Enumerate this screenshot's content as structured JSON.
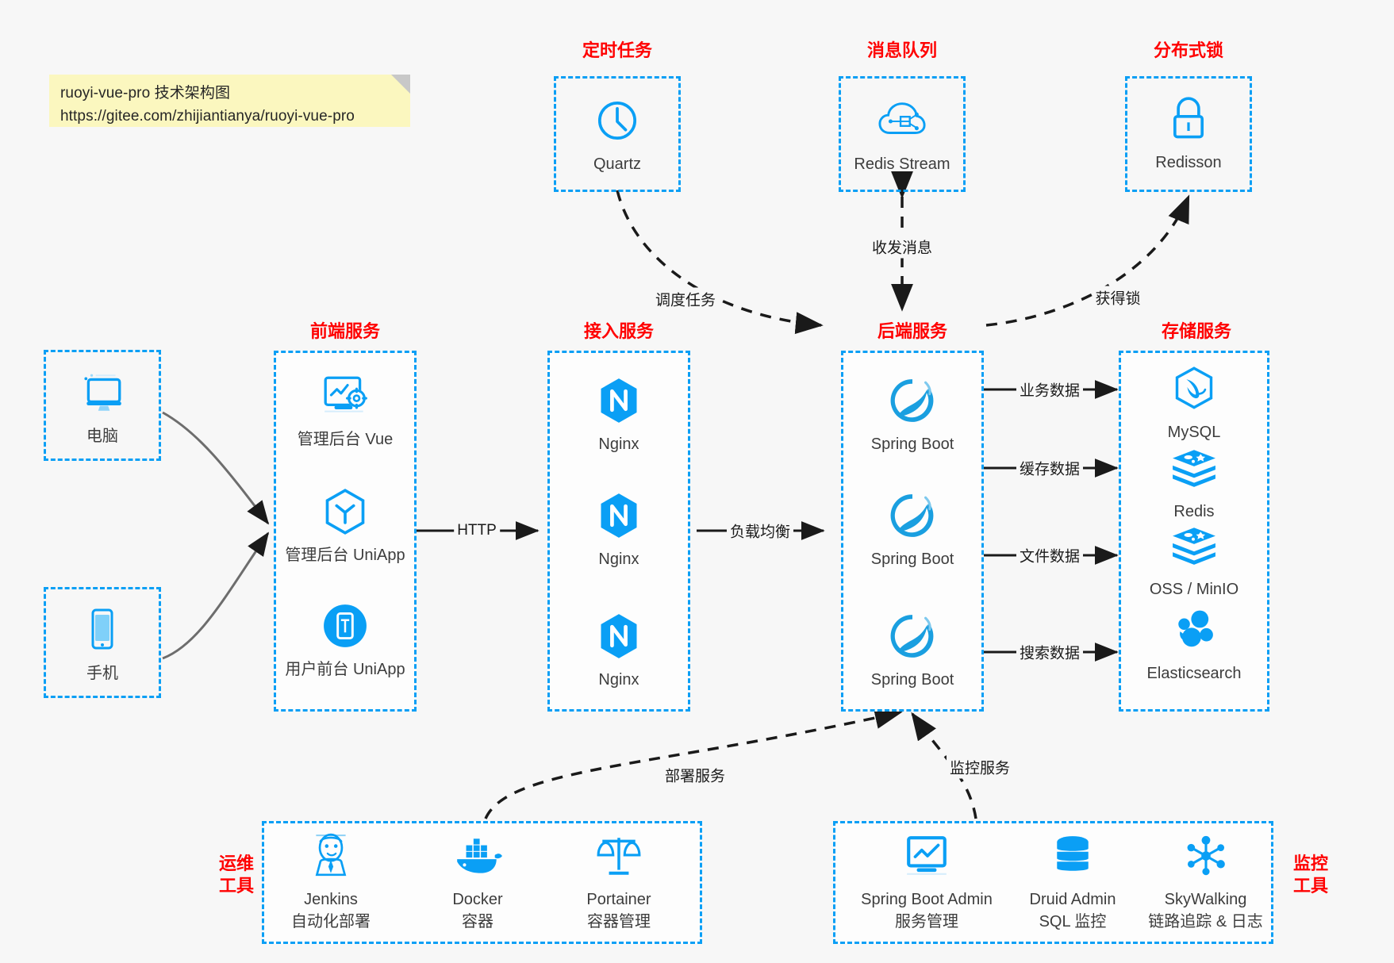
{
  "note": {
    "line1": "ruoyi-vue-pro 技术架构图",
    "line2": "https://gitee.com/zhijiantianya/ruoyi-vue-pro"
  },
  "colors": {
    "box_border": "#0a9ff5",
    "group_title": "#ff0000",
    "icon": "#0a9ff5",
    "background": "#f7f7f7",
    "edge": "#1a1a1a"
  },
  "groups": {
    "scheduled_task": {
      "title": "定时任务"
    },
    "message_queue": {
      "title": "消息队列"
    },
    "distributed_lock": {
      "title": "分布式锁"
    },
    "frontend": {
      "title": "前端服务"
    },
    "gateway": {
      "title": "接入服务"
    },
    "backend": {
      "title": "后端服务"
    },
    "storage": {
      "title": "存储服务"
    },
    "devops": {
      "title": "运维\n工具",
      "title_l1": "运维",
      "title_l2": "工具"
    },
    "monitor": {
      "title": "监控\n工具",
      "title_l1": "监控",
      "title_l2": "工具"
    }
  },
  "nodes": {
    "quartz": {
      "label": "Quartz",
      "icon": "clock-icon"
    },
    "redis_stream": {
      "label": "Redis Stream",
      "icon": "cloud-network-icon"
    },
    "redisson": {
      "label": "Redisson",
      "icon": "lock-icon"
    },
    "pc": {
      "label": "电脑",
      "icon": "desktop-monitor-icon"
    },
    "phone": {
      "label": "手机",
      "icon": "mobile-phone-icon"
    },
    "admin_vue": {
      "label": "管理后台 Vue",
      "icon": "dashboard-gear-icon"
    },
    "admin_uniapp": {
      "label": "管理后台 UniApp",
      "icon": "uniapp-hexagon-icon"
    },
    "user_uniapp": {
      "label": "用户前台 UniApp",
      "icon": "phone-circle-icon"
    },
    "nginx1": {
      "label": "Nginx",
      "icon": "nginx-icon"
    },
    "nginx2": {
      "label": "Nginx",
      "icon": "nginx-icon"
    },
    "nginx3": {
      "label": "Nginx",
      "icon": "nginx-icon"
    },
    "springboot1": {
      "label": "Spring Boot",
      "icon": "spring-leaf-icon"
    },
    "springboot2": {
      "label": "Spring Boot",
      "icon": "spring-leaf-icon"
    },
    "springboot3": {
      "label": "Spring Boot",
      "icon": "spring-leaf-icon"
    },
    "mysql": {
      "label": "MySQL",
      "icon": "mysql-dolphin-icon"
    },
    "redis": {
      "label": "Redis",
      "icon": "redis-stack-icon"
    },
    "oss": {
      "label": "OSS / MinIO",
      "icon": "storage-stack-icon"
    },
    "elasticsearch": {
      "label": "Elasticsearch",
      "icon": "elasticsearch-icon"
    },
    "jenkins": {
      "label": "Jenkins",
      "sublabel": "自动化部署",
      "icon": "jenkins-butler-icon"
    },
    "docker": {
      "label": "Docker",
      "sublabel": "容器",
      "icon": "docker-whale-icon"
    },
    "portainer": {
      "label": "Portainer",
      "sublabel": "容器管理",
      "icon": "scales-icon"
    },
    "sba": {
      "label": "Spring Boot Admin",
      "sublabel": "服务管理",
      "icon": "monitor-chart-icon"
    },
    "druid": {
      "label": "Druid Admin",
      "sublabel": "SQL 监控",
      "icon": "database-cylinder-icon"
    },
    "skywalking": {
      "label": "SkyWalking",
      "sublabel": "链路追踪 & 日志",
      "icon": "skywalking-node-icon"
    }
  },
  "edges": [
    {
      "label": "调度任务",
      "from": "quartz",
      "to": "backend",
      "style": "dashed"
    },
    {
      "label": "收发消息",
      "from": "redis_stream",
      "to": "backend",
      "style": "dashed-bidirectional"
    },
    {
      "label": "获得锁",
      "from": "backend",
      "to": "redisson",
      "style": "dashed"
    },
    {
      "label": "HTTP",
      "from": "frontend",
      "to": "gateway",
      "style": "solid"
    },
    {
      "label": "负载均衡",
      "from": "gateway",
      "to": "backend",
      "style": "solid"
    },
    {
      "label": "业务数据",
      "from": "backend",
      "to": "mysql",
      "style": "solid"
    },
    {
      "label": "缓存数据",
      "from": "backend",
      "to": "redis",
      "style": "solid"
    },
    {
      "label": "文件数据",
      "from": "backend",
      "to": "oss",
      "style": "solid"
    },
    {
      "label": "搜索数据",
      "from": "backend",
      "to": "elasticsearch",
      "style": "solid"
    },
    {
      "label": "部署服务",
      "from": "devops",
      "to": "backend",
      "style": "dashed"
    },
    {
      "label": "监控服务",
      "from": "monitor",
      "to": "backend",
      "style": "dashed"
    },
    {
      "label": "",
      "from": "pc",
      "to": "frontend",
      "style": "solid-curve"
    },
    {
      "label": "",
      "from": "phone",
      "to": "frontend",
      "style": "solid-curve"
    }
  ]
}
